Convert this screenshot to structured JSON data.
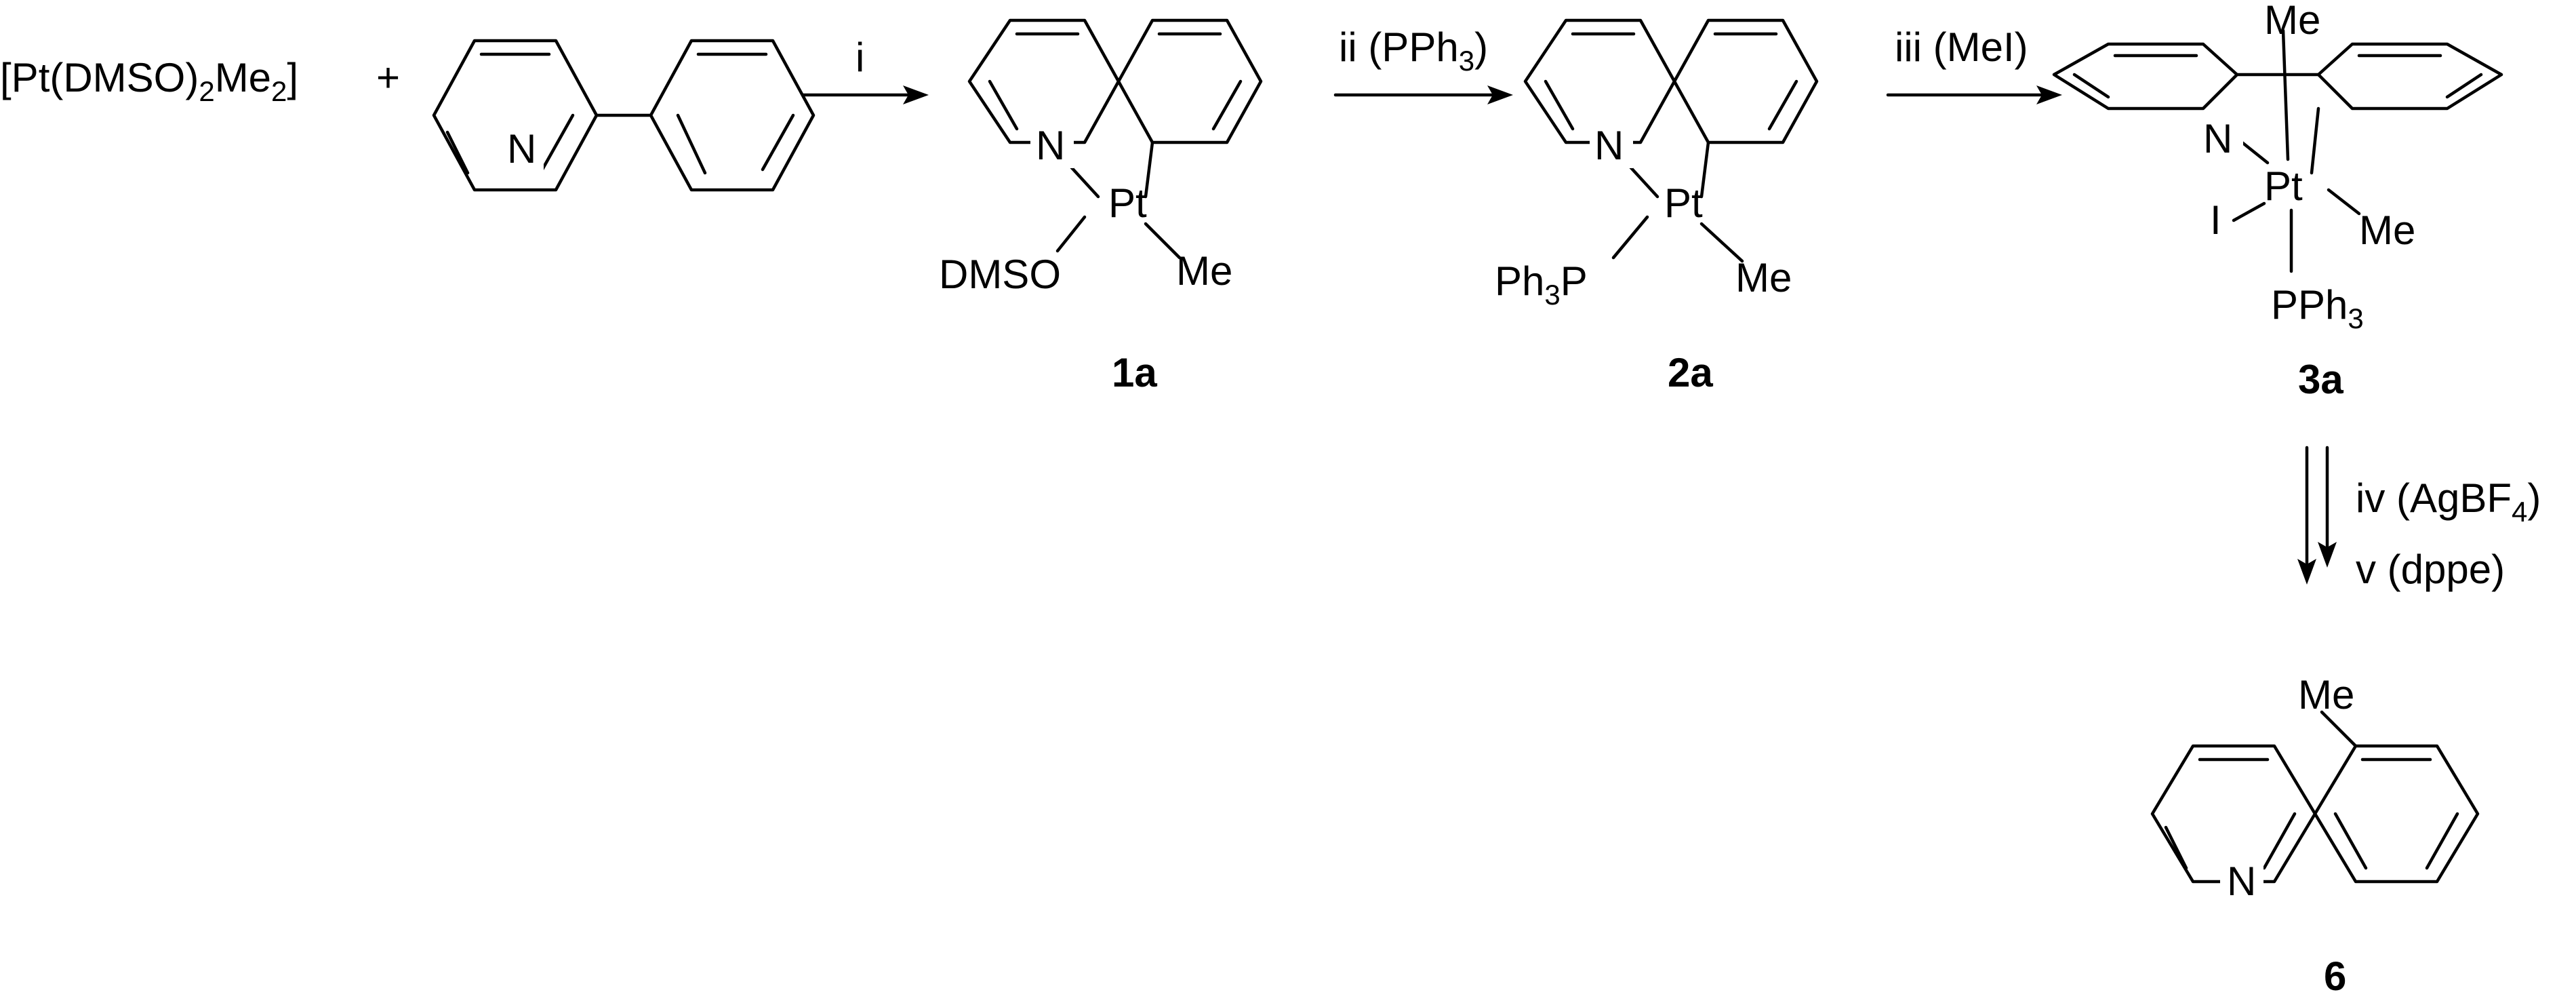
{
  "reagent": {
    "pt": "[Pt(DMSO)",
    "pt_sub": "2",
    "me": "Me",
    "me_sub": "2",
    "close": "]",
    "plus": "+"
  },
  "atoms": {
    "N": "N",
    "Pt": "Pt",
    "Me": "Me",
    "I": "I",
    "DMSO": "DMSO",
    "Ph": "Ph",
    "P": "P",
    "PPh": "PPh",
    "sub3": "3"
  },
  "steps": [
    {
      "label": "i"
    },
    {
      "label": "ii (PPh",
      "sub": "3",
      "close": ")"
    },
    {
      "label": "iii (MeI)"
    },
    {
      "label": "iv (AgBF",
      "sub": "4",
      "close": ")"
    },
    {
      "label": "v (dppe)"
    }
  ],
  "compounds": [
    {
      "id": "1a"
    },
    {
      "id": "2a"
    },
    {
      "id": "3a"
    },
    {
      "id": "6"
    }
  ]
}
